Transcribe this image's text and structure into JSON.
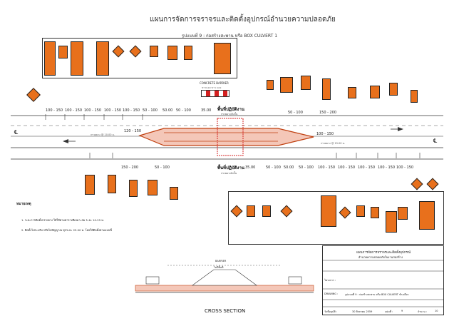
{
  "title": "แผนการจัดการจราจรและติดตั้งอุปกรณ์อำนวยความปลอดภัย",
  "subtitle": "รูปแบบที่ 9 : ก่อสร้างสะพาน หรือ BOX CULVERT 1",
  "barrier_label": "CONCRETE BARRIER",
  "barrier_sub": "ขาวแดง ขาว แดง",
  "work_zone_top": "พื้นที่ปฏิบัติงาน",
  "work_zone_bottom": "พื้นที่ปฏิบัติงาน",
  "work_zone_top_sub": "กรวยยาง/ถังกั้น",
  "work_zone_bottom_sub": "กรวยยางถังกั้น",
  "distances_top_left": [
    "100 - 150",
    "100 - 150",
    "100 - 150",
    "100 - 150",
    "100 - 150",
    "50 - 100",
    "50.00",
    "50 - 100"
  ],
  "distance_center_top": "35.00",
  "distances_top_right": [
    "50 - 100",
    "150 - 200"
  ],
  "distance_mid_left": "120 - 150",
  "distance_mid_right": "100 - 150",
  "distances_bottom_left": [
    "150 - 200",
    "50 - 100"
  ],
  "distance_center_bottom": "35.00",
  "distances_bottom_right": [
    "50 - 100",
    "50.00",
    "50 - 100",
    "100 - 150",
    "100 - 150",
    "100 - 150",
    "100 - 150",
    "100 - 150"
  ],
  "centerline_symbol": "℄",
  "lane_note_left": "กรวยยาง @ 10.00 ม.",
  "lane_note_right": "กรวยยาง @ 15.00 ม.",
  "notes_title": "หมายเหตุ",
  "notes": [
    "1. ระยะการติดตั้งกรวยยาง ให้ใช้ตามตารางทีเหมาะสม ระยะ 10-25 ม.",
    "2. ติดตั้งไฟกะพริบ หรือไฟสัญญาณ ทุกระยะ 25.00 ม. โดยให้ติดตั้งตามแบบนี้"
  ],
  "section_label": "CROSS SECTION",
  "section_center_label": "BARRIER",
  "section_center_sub": "ไม่มีพื้นที่",
  "title_block": {
    "header1": "แผนการจัดการจราจรและติดตั้งอุปกรณ์",
    "header2": "อำนวยความปลอดภัยในงานก่อสร้าง",
    "drawing_label": "DRAWING :",
    "drawing_value": "รูปแบบที่ 9 : ก่อสร้างสะพาน หรือ BOX CULVERT ข้างเดียว",
    "project_label": "โครงการ :",
    "date_label": "วันที่อนุมัติ :",
    "date_value": "30 สิงหาคม 2559",
    "sheet_label": "แผ่นที่ :",
    "sheet_value": "9",
    "total_label": "จำนวน :",
    "total_value": "10"
  },
  "colors": {
    "sign_orange": "#e8701c",
    "sign_dark": "#3a3a3a",
    "barrier_red": "#d42020",
    "work_zone_fill": "#f4c7b8",
    "road_line": "#333333"
  }
}
